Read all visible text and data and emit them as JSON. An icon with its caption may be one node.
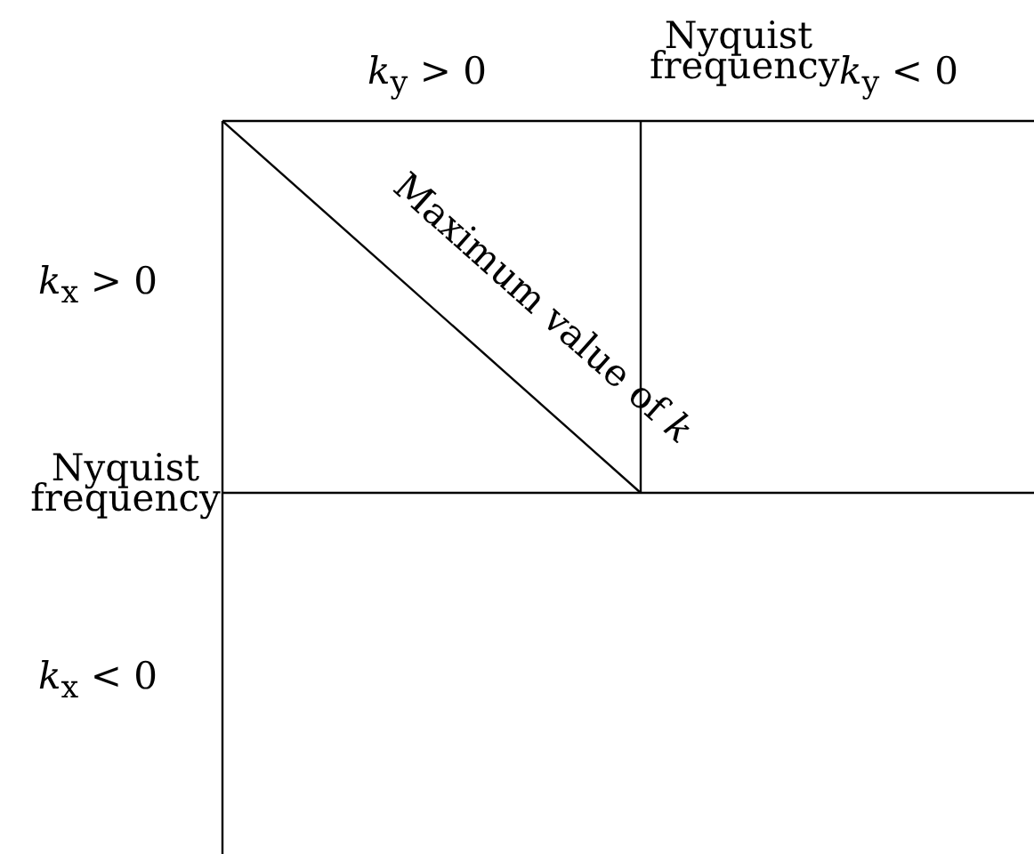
{
  "diagram": {
    "labels": [
      "*k*$_{y}$ > 0",
      "Nyquist frequency",
      "*k*$_{y}$ < 0",
      "*k*$_{x}$ > 0",
      "Maximum value of *k*",
      "Nyquist frequency",
      "*k*$_{x}$ < 0"
    ]
  }
}
